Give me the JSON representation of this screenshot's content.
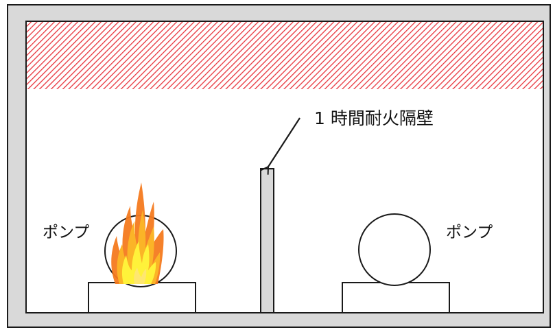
{
  "labels": {
    "pump_left": "ポンプ",
    "pump_right": "ポンプ",
    "firewall": "1 時間耐火隔壁"
  },
  "colors": {
    "frame": "#d9d9d9",
    "outline": "#1a1a1a",
    "hatch": "#e8333b",
    "wall_fill": "#d9d9d9",
    "flame_outer": "#f47a1f",
    "flame_mid": "#fbb427",
    "flame_inner": "#fff23a"
  },
  "icons": {
    "fire": "flame-icon",
    "arrow": "arrow-icon"
  }
}
